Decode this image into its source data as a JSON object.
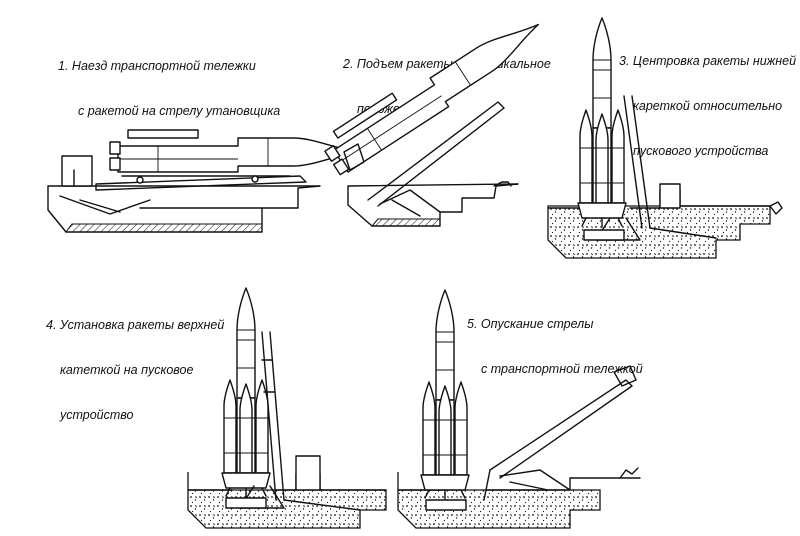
{
  "panels": [
    {
      "number": "1.",
      "lines": [
        "Наезд транспортной тележки",
        "с ракетой на стрелу утановщика"
      ]
    },
    {
      "number": "2.",
      "lines": [
        "Подъем ракеты в вертикальное",
        "положение"
      ]
    },
    {
      "number": "3.",
      "lines": [
        "Центровка ракеты нижней",
        "кареткой относительно",
        "пускового устройства"
      ]
    },
    {
      "number": "4.",
      "lines": [
        "Установка ракеты верхней",
        "катеткой на пусковое",
        "устройство"
      ]
    },
    {
      "number": "5.",
      "lines": [
        "Опускание стрелы",
        "с транспортной тележкой"
      ]
    }
  ]
}
